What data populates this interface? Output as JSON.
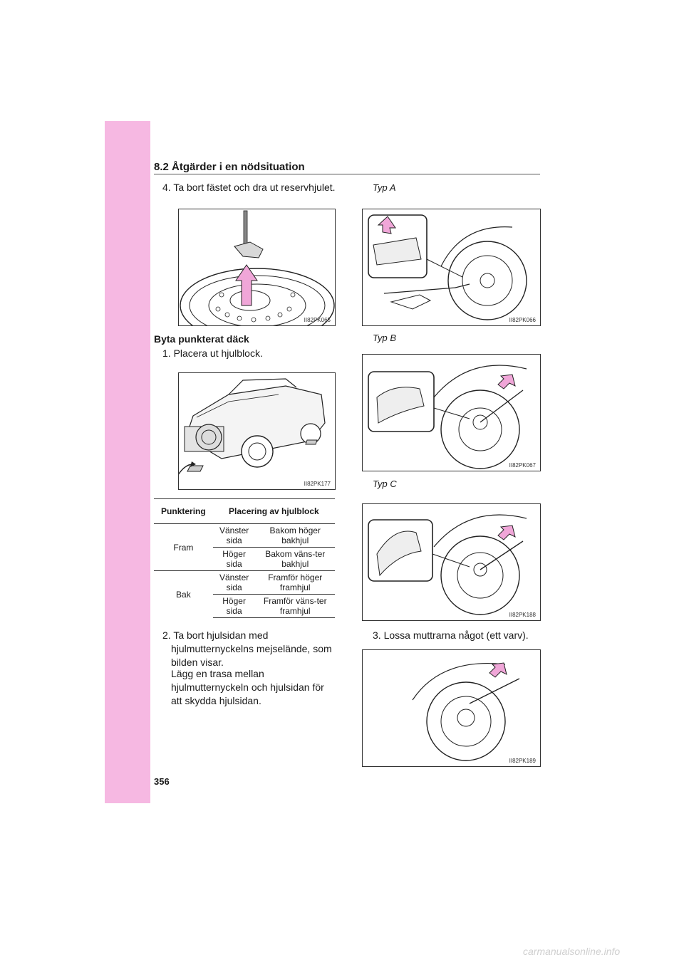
{
  "section": {
    "title": "8.2  Åtgärder i en nödsituation"
  },
  "left": {
    "step4": "4. Ta bort fästet och dra ut reservhjulet.",
    "fig1_id": "II82PK065",
    "heading": "Byta punkterat däck",
    "step1": "1. Placera ut hjulblock.",
    "fig2_id": "II82PK177",
    "table": {
      "headers": [
        "Punktering",
        "Placering av hjulblock"
      ],
      "groups": [
        {
          "name": "Fram",
          "rows": [
            {
              "side": "Vänster sida",
              "place": "Bakom höger bakhjul"
            },
            {
              "side": "Höger sida",
              "place": "Bakom väns-ter bakhjul"
            }
          ]
        },
        {
          "name": "Bak",
          "rows": [
            {
              "side": "Vänster sida",
              "place": "Framför höger framhjul"
            },
            {
              "side": "Höger sida",
              "place": "Framför väns-ter framhjul"
            }
          ]
        }
      ]
    },
    "step2_l1": "2. Ta bort hjulsidan med",
    "step2_l2": "hjulmutternyckelns mejselände, som",
    "step2_l3": "bilden visar.",
    "note_l1": "Lägg en trasa mellan",
    "note_l2": "hjulmutternyckeln och hjulsidan för",
    "note_l3": "att skydda hjulsidan."
  },
  "right": {
    "typ_a": "Typ A",
    "fig_a_id": "II82PK066",
    "typ_b": "Typ B",
    "fig_b_id": "II82PK067",
    "typ_c": "Typ C",
    "fig_c_id": "II82PK188",
    "step3": "3. Lossa muttrarna något (ett varv).",
    "fig_d_id": "II82PK189"
  },
  "footer": {
    "page_number": "356",
    "watermark": "carmanualsonline.info"
  },
  "colors": {
    "sidebar": "#f6b8e2",
    "arrow": "#f0a6d8"
  }
}
